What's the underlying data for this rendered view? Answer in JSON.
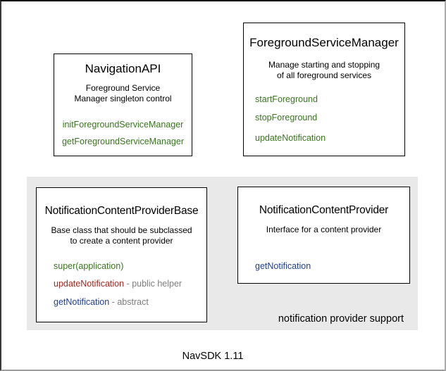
{
  "diagram": {
    "caption": "NavSDK 1.11",
    "colors": {
      "green": "#38761d",
      "red": "#a3261d",
      "blue": "#1e3e96",
      "gray": "#7d7d7d",
      "region_bg": "#e9e9e9"
    },
    "region": {
      "label": "notification provider support"
    },
    "boxes": {
      "navigation_api": {
        "title": "NavigationAPI",
        "desc1": "Foreground Service",
        "desc2": "Manager singleton control",
        "method1": "initForegroundServiceManager",
        "method2": "getForegroundServiceManager"
      },
      "foreground_service_manager": {
        "title": "ForegroundServiceManager",
        "desc1": "Manage starting and stopping",
        "desc2": "of all foreground services",
        "method1": "startForeground",
        "method2": "stopForeground",
        "method3": "updateNotification"
      },
      "notification_content_provider_base": {
        "title": "NotificationContentProviderBase",
        "desc1": "Base class that should be subclassed",
        "desc2": "to create a content provider",
        "method1": "super(application)",
        "method2": "updateNotification",
        "method2_note": "- public helper",
        "method3": "getNotification",
        "method3_note": "- abstract"
      },
      "notification_content_provider": {
        "title": "NotificationContentProvider",
        "desc1": "Interface for a content provider",
        "method1": "getNotification"
      }
    }
  }
}
